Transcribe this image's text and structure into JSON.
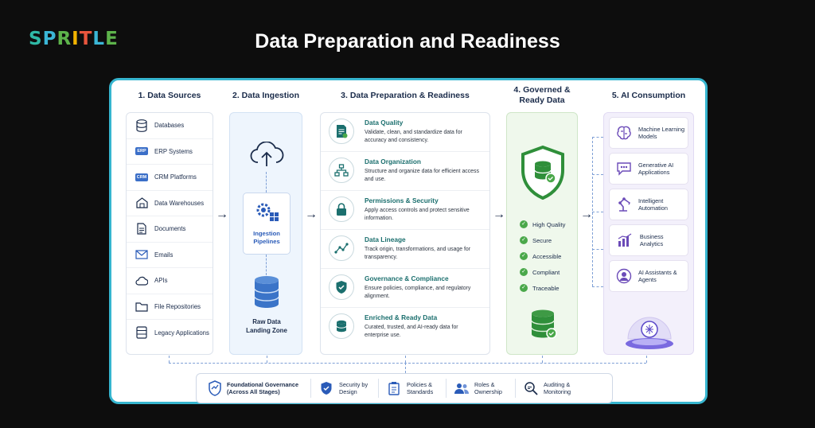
{
  "header": {
    "logo": "SPRITLE",
    "title": "Data Preparation and Readiness"
  },
  "columns": {
    "c1": "1. Data Sources",
    "c2": "2. Data Ingestion",
    "c3": "3. Data Preparation & Readiness",
    "c4": "4. Governed & Ready Data",
    "c5": "5. AI Consumption"
  },
  "sources": [
    {
      "label": "Databases",
      "icon": "database-icon"
    },
    {
      "label": "ERP Systems",
      "icon": "erp-icon",
      "tag": "ERP"
    },
    {
      "label": "CRM Platforms",
      "icon": "crm-icon",
      "tag": "CRM"
    },
    {
      "label": "Data Warehouses",
      "icon": "warehouse-icon"
    },
    {
      "label": "Documents",
      "icon": "document-icon"
    },
    {
      "label": "Emails",
      "icon": "email-icon"
    },
    {
      "label": "APIs",
      "icon": "api-icon"
    },
    {
      "label": "File Repositories",
      "icon": "folder-icon"
    },
    {
      "label": "Legacy Applications",
      "icon": "server-icon"
    }
  ],
  "ingestion": {
    "pipelines": "Ingestion Pipelines",
    "landing": "Raw Data Landing Zone"
  },
  "preparation": [
    {
      "title": "Data Quality",
      "desc": "Validate, clean, and standardize data for accuracy and consistency."
    },
    {
      "title": "Data Organization",
      "desc": "Structure and organize data for efficient access and use."
    },
    {
      "title": "Permissions & Security",
      "desc": "Apply access controls and protect sensitive information."
    },
    {
      "title": "Data Lineage",
      "desc": "Track origin, transformations, and usage for transparency."
    },
    {
      "title": "Governance & Compliance",
      "desc": "Ensure policies, compliance, and regulatory alignment."
    },
    {
      "title": "Enriched & Ready Data",
      "desc": "Curated, trusted, and AI-ready data for enterprise use."
    }
  ],
  "governed": [
    "High Quality",
    "Secure",
    "Accessible",
    "Compliant",
    "Traceable"
  ],
  "consumption": [
    {
      "label": "Machine Learning Models",
      "icon": "brain-icon"
    },
    {
      "label": "Generative AI Applications",
      "icon": "chat-icon"
    },
    {
      "label": "Intelligent Automation",
      "icon": "robot-arm-icon"
    },
    {
      "label": "Business Analytics",
      "icon": "bar-chart-icon"
    },
    {
      "label": "AI Assistants & Agents",
      "icon": "assistant-icon"
    }
  ],
  "governance_bar": {
    "main": "Foundational Governance (Across All Stages)",
    "items": [
      "Security by Design",
      "Policies & Standards",
      "Roles & Ownership",
      "Auditing & Monitoring"
    ]
  },
  "colors": {
    "accent_teal": "#1b6f6e",
    "border_cyan": "#36b5cf",
    "navy": "#1a2b4a",
    "green": "#4aa84a",
    "blue": "#3b6fc8"
  }
}
